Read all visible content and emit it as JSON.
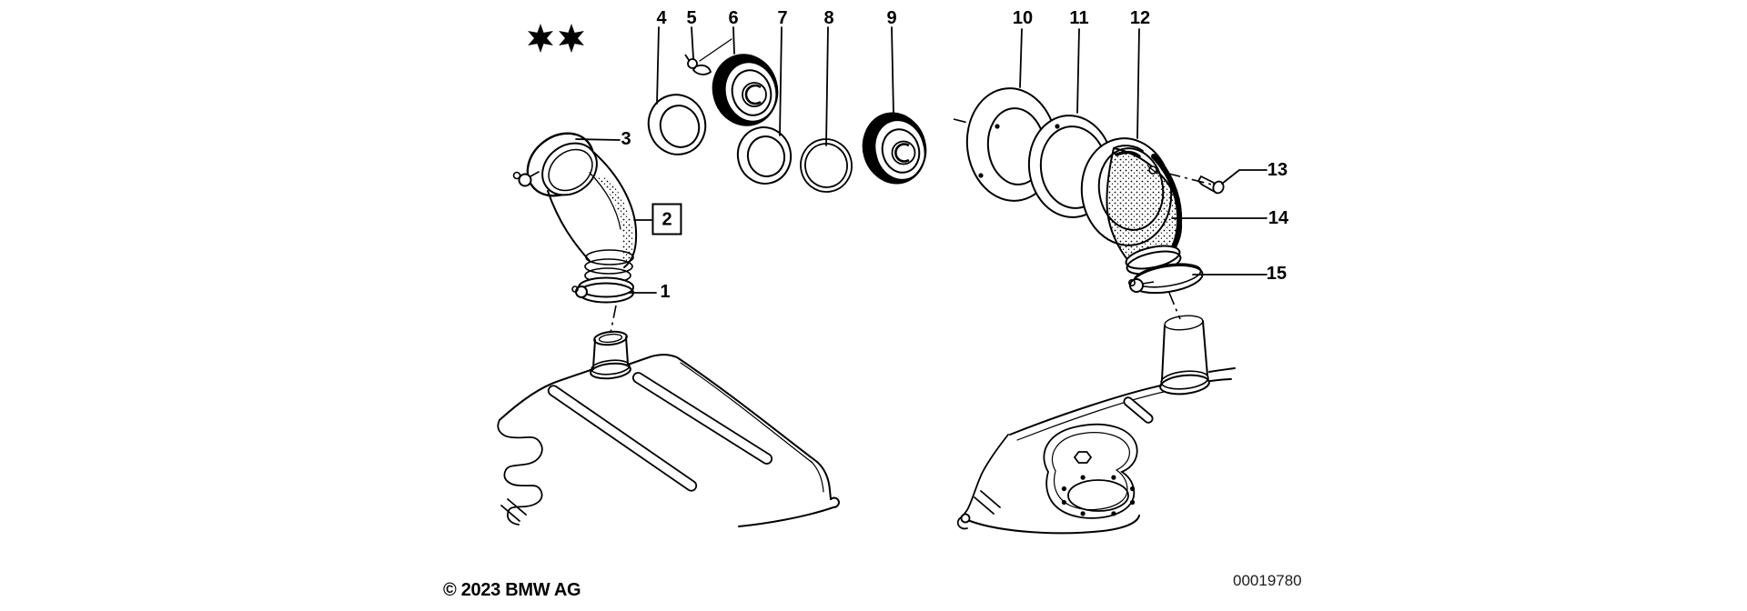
{
  "diagram": {
    "type": "exploded-parts-illustration",
    "subject": "fuel filler pipe and fuel tank",
    "stars": {
      "icon": "six-pointed-star",
      "count": 2
    },
    "callouts": [
      {
        "label": "1",
        "boxed": false
      },
      {
        "label": "2",
        "boxed": true
      },
      {
        "label": "3",
        "boxed": false
      },
      {
        "label": "4",
        "boxed": false
      },
      {
        "label": "5",
        "boxed": false
      },
      {
        "label": "6",
        "boxed": false
      },
      {
        "label": "7",
        "boxed": false
      },
      {
        "label": "8",
        "boxed": false
      },
      {
        "label": "9",
        "boxed": false
      },
      {
        "label": "10",
        "boxed": false
      },
      {
        "label": "11",
        "boxed": false
      },
      {
        "label": "12",
        "boxed": false
      },
      {
        "label": "13",
        "boxed": false
      },
      {
        "label": "14",
        "boxed": false
      },
      {
        "label": "15",
        "boxed": false
      }
    ],
    "footer": {
      "copyright": "© 2023 BMW AG",
      "document_number": "00019780"
    },
    "colors": {
      "line": "#000000",
      "background": "#ffffff"
    }
  }
}
